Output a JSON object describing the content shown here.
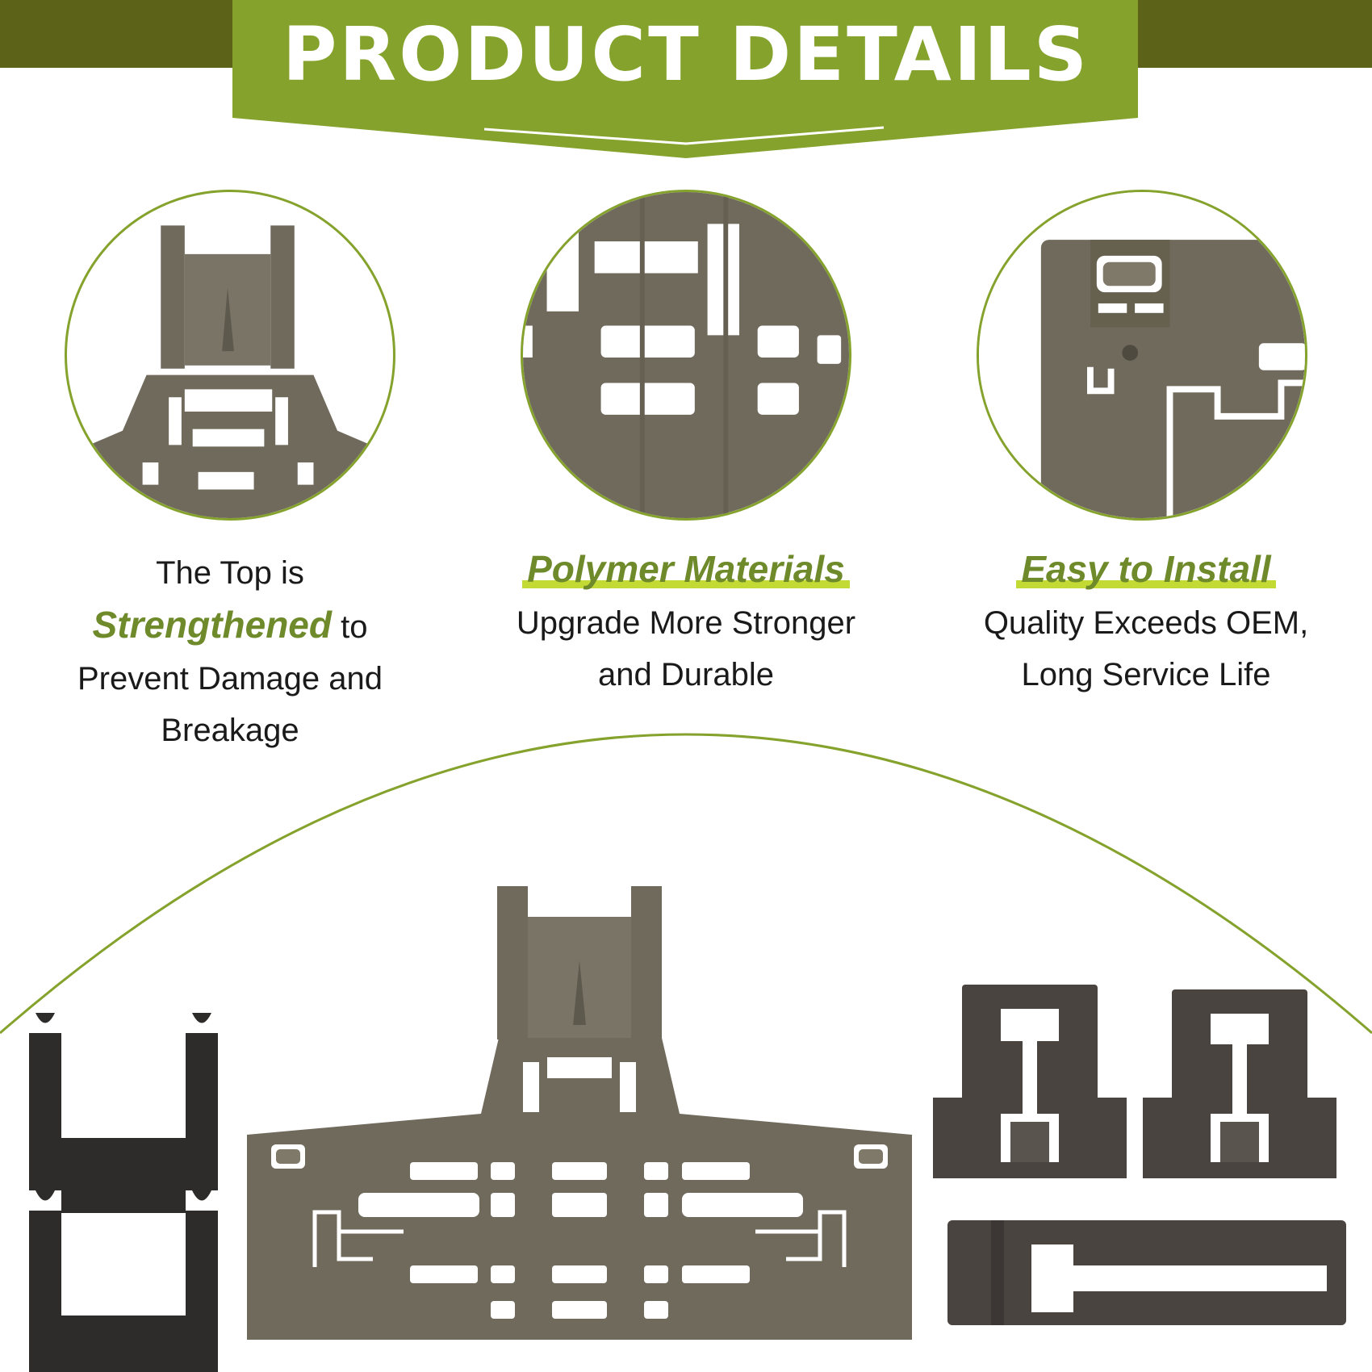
{
  "header": {
    "title": "PRODUCT DETAILS"
  },
  "colors": {
    "olive": "#5c6318",
    "green": "#84a22c",
    "highlight": "#c4da34",
    "accent_text": "#6e8a2a",
    "part_gray": "#706a5c",
    "part_dark": "#2e2c2a",
    "part_brown": "#4a4440"
  },
  "features": [
    {
      "caption_before": "The Top is",
      "emphasis": "Strengthened",
      "caption_after": " to",
      "line3": "Prevent Damage and",
      "line4": "Breakage"
    },
    {
      "heading": "Polymer Materials",
      "line1": "Upgrade More Stronger",
      "line2": "and Durable"
    },
    {
      "heading": "Easy to Install",
      "line1": "Quality Exceeds OEM,",
      "line2": "Long Service Life"
    }
  ]
}
